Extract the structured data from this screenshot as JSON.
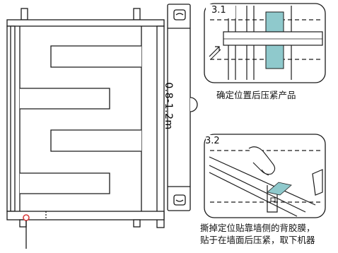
{
  "measurement": "0.8-1.2m",
  "detail_3_1": {
    "tag": "3.1",
    "caption": "确定位置后压紧产品"
  },
  "detail_3_2": {
    "tag": "3.2",
    "caption_line1": "撕掉定位贴靠墙侧的背胶膜，",
    "caption_line2": "贴于在墙面后压紧，取下机器"
  },
  "colors": {
    "line": "#1a1a1a",
    "accent_teal": "#8fc9cc",
    "marker_red": "#d83a3a"
  }
}
